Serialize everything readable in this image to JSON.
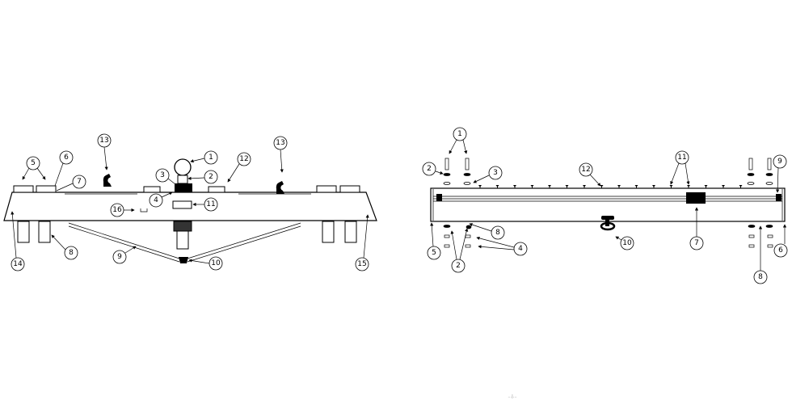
{
  "left_view": {
    "callouts": [
      "5",
      "6",
      "7",
      "13",
      "1",
      "3",
      "2",
      "12",
      "13",
      "4",
      "11",
      "16",
      "14",
      "8",
      "9",
      "10",
      "15"
    ]
  },
  "right_view": {
    "callouts": [
      "1",
      "2",
      "3",
      "12",
      "11",
      "9",
      "8",
      "5",
      "2",
      "4",
      "10",
      "7",
      "6",
      "8"
    ]
  },
  "footer_mark": "...|..."
}
